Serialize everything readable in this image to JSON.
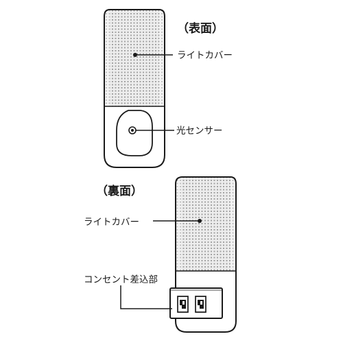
{
  "front": {
    "heading": "（表面）",
    "light_cover_label": "ライトカバー",
    "sensor_label": "光センサー"
  },
  "back": {
    "heading": "（裏面）",
    "light_cover_label": "ライトカバー",
    "outlet_label": "コンセント差込部"
  },
  "colors": {
    "line": "#1a1a1a",
    "cover_fill": "#ededed",
    "cover_dot": "#9a9a9a",
    "body_fill": "#ffffff"
  }
}
